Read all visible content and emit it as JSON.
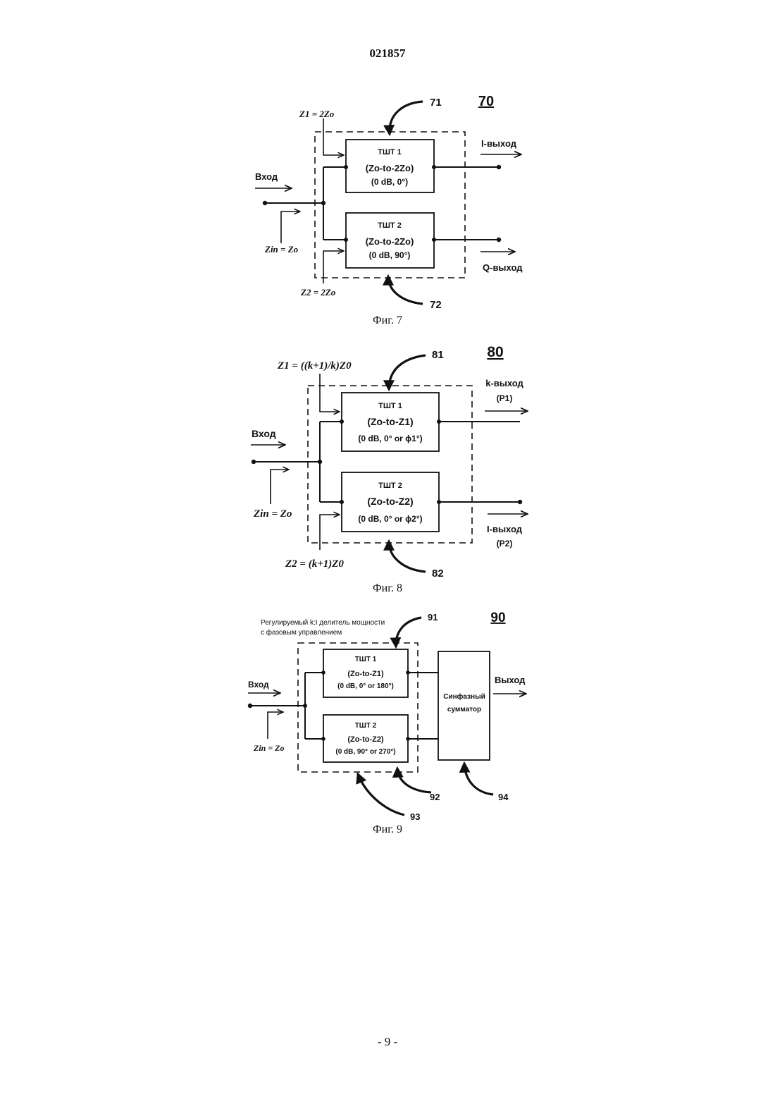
{
  "header": {
    "doc_number": "021857"
  },
  "footer": {
    "page_label": "- 9 -"
  },
  "fig7": {
    "ref_id": "70",
    "ref_a": "71",
    "ref_b": "72",
    "z1": "Z1 = 2Zo",
    "z2": "Z2 = 2Zo",
    "zin": "Zin = Zo",
    "input": "Вход",
    "out_a": "I-выход",
    "out_b": "Q-выход",
    "block_a": {
      "name": "ТШТ 1",
      "line1": "(Zo-to-2Zo)",
      "line2": "(0 dB, 0°)"
    },
    "block_b": {
      "name": "ТШТ 2",
      "line1": "(Zo-to-2Zo)",
      "line2": "(0 dB, 90°)"
    },
    "caption": "Фиг. 7"
  },
  "fig8": {
    "ref_id": "80",
    "ref_a": "81",
    "ref_b": "82",
    "z1": "Z1 = ((k+1)/k)Z0",
    "z2": "Z2 = (k+1)Z0",
    "zin": "Zin = Zo",
    "input": "Вход",
    "out_a": "k-выход",
    "out_a_sub": "(P1)",
    "out_b": "I-выход",
    "out_b_sub": "(P2)",
    "block_a": {
      "name": "ТШТ 1",
      "line1": "(Zo-to-Z1)",
      "line2": "(0 dB, 0° or ϕ1°)"
    },
    "block_b": {
      "name": "ТШТ 2",
      "line1": "(Zo-to-Z2)",
      "line2": "(0 dB, 0° or ϕ2°)"
    },
    "caption": "Фиг. 8"
  },
  "fig9": {
    "ref_id": "90",
    "ref_a": "91",
    "ref_b": "92",
    "ref_c": "93",
    "ref_d": "94",
    "note_line1": "Регулируемый k:I делитель мощности",
    "note_line2": "с фазовым управлением",
    "zin": "Zin = Zo",
    "input": "Вход",
    "output": "Выход",
    "combiner_line1": "Синфазный",
    "combiner_line2": "сумматор",
    "block_a": {
      "name": "ТШТ 1",
      "line1": "(Zo-to-Z1)",
      "line2": "(0 dB, 0° or 180°)"
    },
    "block_b": {
      "name": "ТШТ 2",
      "line1": "(Zo-to-Z2)",
      "line2": "(0 dB, 90° or 270°)"
    },
    "caption": "Фиг. 9"
  }
}
